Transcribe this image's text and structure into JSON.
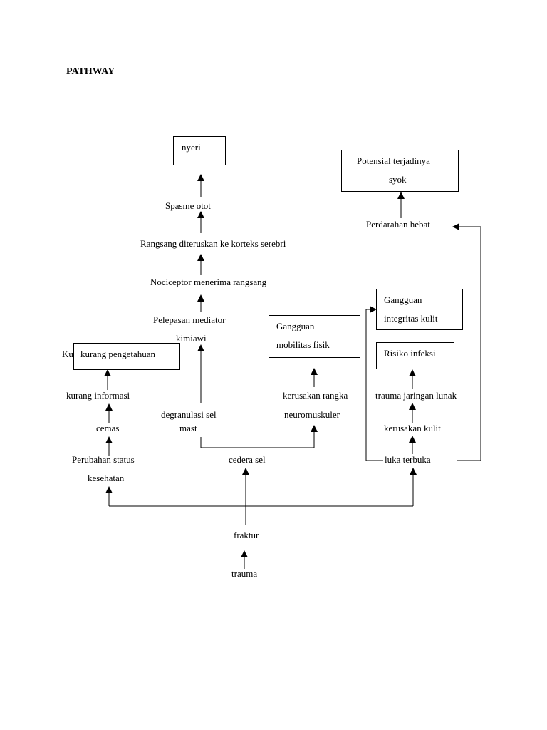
{
  "title": "PATHWAY",
  "nodes": {
    "nyeri": "nyeri",
    "spasme_otot": "Spasme otot",
    "rangsang_korteks": "Rangsang diteruskan ke korteks serebri",
    "nociceptor": "Nociceptor menerima rangsang",
    "pelepasan_mediator_line1": "Pelepasan mediator",
    "pelepasan_mediator_line2": "kimiawi",
    "ku_fragment": "Ku",
    "kurang_pengetahuan": "kurang pengetahuan",
    "kurang_informasi": "kurang informasi",
    "cemas": "cemas",
    "perubahan_status_line1": "Perubahan status",
    "perubahan_status_line2": "kesehatan",
    "degranulasi_line1": "degranulasi sel",
    "degranulasi_line2": "mast",
    "cedera_sel": "cedera sel",
    "gangguan_mobilitas_line1": "Gangguan",
    "gangguan_mobilitas_line2": "mobilitas fisik",
    "kerusakan_rangka_line1": "kerusakan rangka",
    "kerusakan_rangka_line2": "neuromuskuler",
    "potensial_syok_line1": "Potensial terjadinya",
    "potensial_syok_line2": "syok",
    "perdarahan_hebat": "Perdarahan hebat",
    "gangguan_integritas_line1": "Gangguan",
    "gangguan_integritas_line2": "integritas kulit",
    "risiko_infeksi": "Risiko infeksi",
    "trauma_jaringan_lunak": "trauma jaringan lunak",
    "kerusakan_kulit": "kerusakan kulit",
    "luka_terbuka": "luka terbuka",
    "fraktur": "fraktur",
    "trauma": "trauma"
  },
  "colors": {
    "ink": "#000000",
    "background": "#ffffff"
  }
}
